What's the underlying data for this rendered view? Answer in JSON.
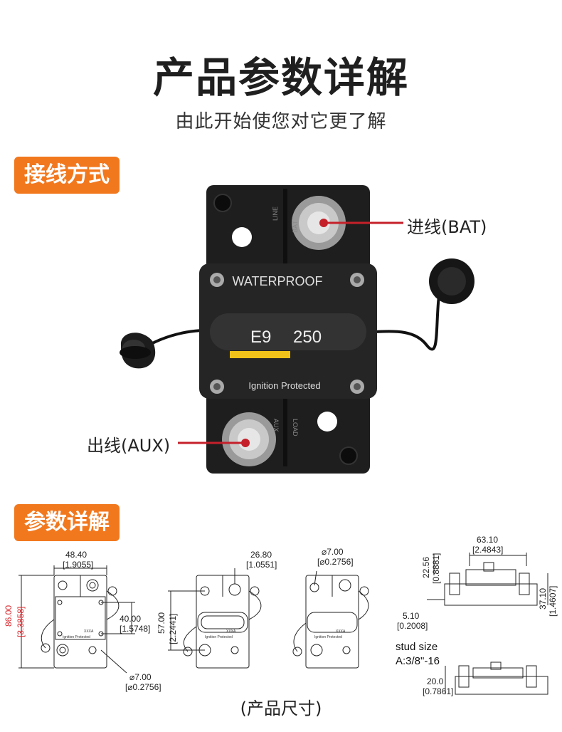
{
  "header": {
    "title": "产品参数详解",
    "subtitle": "由此开始使您对它更了解"
  },
  "section_wiring": {
    "tag": "接线方式",
    "device": {
      "label_top": "WATERPROOF",
      "model": "E9",
      "rating": "250",
      "label_bottom": "Ignition Protected",
      "line_text": "LINE",
      "bat_text": "BAT",
      "aux_text": "AUX",
      "load_text": "LOAD"
    },
    "callout_in": "进线(BAT)",
    "callout_out": "出线(AUX)",
    "accent_color": "#c5202a"
  },
  "section_params": {
    "tag": "参数详解",
    "dims": {
      "width_top": "48.40",
      "width_top_in": "[1.9055]",
      "height": "86.00",
      "height_in": "[3.3858]",
      "hole_spacing": "40.00",
      "hole_spacing_in": "[1.5748]",
      "hole_dia": "⌀7.00",
      "hole_dia_in": "[⌀0.2756]",
      "offset": "26.80",
      "offset_in": "[1.0551]",
      "height2": "57.00",
      "height2_in": "[2.2441]",
      "hole_dia_top": "⌀7.00",
      "hole_dia_top_in": "[⌀0.2756]",
      "side_width": "63.10",
      "side_width_in": "[2.4843]",
      "side_h1": "22.56",
      "side_h1_in": "[0.8881]",
      "side_h2": "37.10",
      "side_h2_in": "[1.4607]",
      "base_h": "5.10",
      "base_h_in": "[0.2008]",
      "stud_h": "20.0",
      "stud_h_in": "[0.7861]"
    },
    "stud_size_label": "stud size",
    "stud_size_value": "A:3/8\"-16",
    "small_label": "Ignition Protected",
    "small_rating": "XXXA",
    "caption": "(产品尺寸)"
  }
}
